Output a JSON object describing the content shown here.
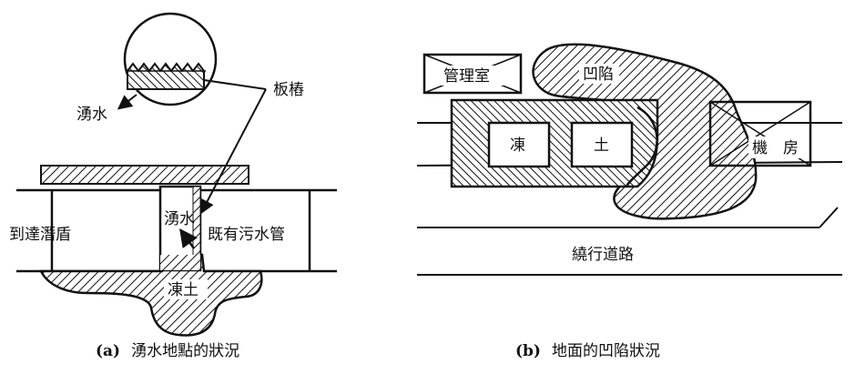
{
  "panel_a": {
    "caption_tag": "(a)",
    "caption_text": "湧水地點的狀況",
    "labels": {
      "inflow_top": "湧水",
      "sheet_pile": "板樁",
      "shield_arrival": "到達潛盾",
      "inflow_shaft": "湧水",
      "existing_sewer": "既有污水管",
      "frozen_soil": "凍土"
    }
  },
  "panel_b": {
    "caption_tag": "(b)",
    "caption_text": "地面的凹陷狀況",
    "labels": {
      "control_room": "管理室",
      "subsidence": "凹陷",
      "frozen_1": "凍",
      "frozen_2": "土",
      "machine_room": "機　房",
      "detour_road": "繞行道路"
    }
  },
  "colors": {
    "ink": "#111111",
    "paper": "#ffffff"
  }
}
